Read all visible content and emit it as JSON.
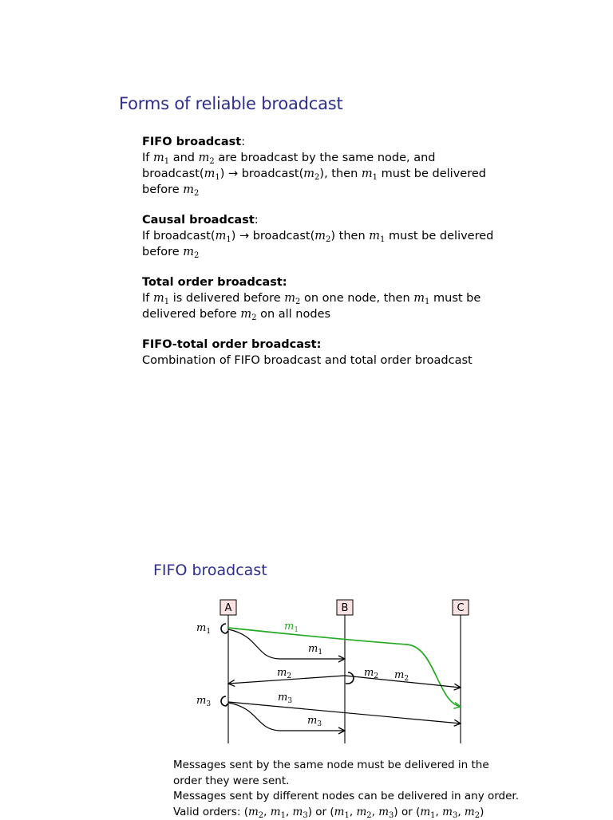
{
  "slide1": {
    "title": "Forms of reliable broadcast",
    "definitions": [
      {
        "title": "FIFO broadcast",
        "title_suffix": ":",
        "lines": [
          [
            {
              "t": "If "
            },
            {
              "m": "m",
              "s": "1"
            },
            {
              "t": " and "
            },
            {
              "m": "m",
              "s": "2"
            },
            {
              "t": " are broadcast by the same node, and"
            }
          ],
          [
            {
              "t": "broadcast("
            },
            {
              "m": "m",
              "s": "1"
            },
            {
              "t": ") → broadcast("
            },
            {
              "m": "m",
              "s": "2"
            },
            {
              "t": "), then "
            },
            {
              "m": "m",
              "s": "1"
            },
            {
              "t": " must be delivered"
            }
          ],
          [
            {
              "t": "before "
            },
            {
              "m": "m",
              "s": "2"
            }
          ]
        ]
      },
      {
        "title": "Causal broadcast",
        "title_suffix": ":",
        "lines": [
          [
            {
              "t": "If broadcast("
            },
            {
              "m": "m",
              "s": "1"
            },
            {
              "t": ") → broadcast("
            },
            {
              "m": "m",
              "s": "2"
            },
            {
              "t": ") then "
            },
            {
              "m": "m",
              "s": "1"
            },
            {
              "t": " must be delivered"
            }
          ],
          [
            {
              "t": "before "
            },
            {
              "m": "m",
              "s": "2"
            }
          ]
        ]
      },
      {
        "title": "Total order broadcast:",
        "title_suffix": "",
        "lines": [
          [
            {
              "t": "If "
            },
            {
              "m": "m",
              "s": "1"
            },
            {
              "t": " is delivered before "
            },
            {
              "m": "m",
              "s": "2"
            },
            {
              "t": " on one node, then "
            },
            {
              "m": "m",
              "s": "1"
            },
            {
              "t": " must be"
            }
          ],
          [
            {
              "t": "delivered before "
            },
            {
              "m": "m",
              "s": "2"
            },
            {
              "t": " on all nodes"
            }
          ]
        ]
      },
      {
        "title": "FIFO-total order broadcast:",
        "title_suffix": "",
        "lines": [
          [
            {
              "t": "Combination of FIFO broadcast and total order broadcast"
            }
          ]
        ]
      }
    ]
  },
  "slide2": {
    "title": "FIFO broadcast",
    "nodes": [
      "A",
      "B",
      "C"
    ],
    "message_labels": {
      "m1_green": {
        "m": "m",
        "s": "1"
      },
      "m1_to_B": {
        "m": "m",
        "s": "1"
      },
      "m2_to_A": {
        "m": "m",
        "s": "2"
      },
      "m2_self_B": {
        "m": "m",
        "s": "2"
      },
      "m2_to_C": {
        "m": "m",
        "s": "2"
      },
      "m3_to_C": {
        "m": "m",
        "s": "3"
      },
      "m3_to_B": {
        "m": "m",
        "s": "3"
      },
      "send_m1": {
        "m": "m",
        "s": "1"
      },
      "send_m3": {
        "m": "m",
        "s": "3"
      }
    },
    "colors": {
      "title": "#2e2e8f",
      "node_fill": "#fbe3e3",
      "green_message": "#22aa22"
    },
    "caption_lines": [
      [
        {
          "t": "Messages sent by the same node must be delivered in the"
        }
      ],
      [
        {
          "t": "order they were sent."
        }
      ],
      [
        {
          "t": "Messages sent by different nodes can be delivered in any order."
        }
      ],
      [
        {
          "t": "Valid orders: "
        },
        {
          "t": "("
        },
        {
          "m": "m",
          "s": "2"
        },
        {
          "t": ", "
        },
        {
          "m": "m",
          "s": "1"
        },
        {
          "t": ", "
        },
        {
          "m": "m",
          "s": "3"
        },
        {
          "t": ") or ("
        },
        {
          "m": "m",
          "s": "1"
        },
        {
          "t": ", "
        },
        {
          "m": "m",
          "s": "2"
        },
        {
          "t": ", "
        },
        {
          "m": "m",
          "s": "3"
        },
        {
          "t": ") or ("
        },
        {
          "m": "m",
          "s": "1"
        },
        {
          "t": ", "
        },
        {
          "m": "m",
          "s": "3"
        },
        {
          "t": ", "
        },
        {
          "m": "m",
          "s": "2"
        },
        {
          "t": ")"
        }
      ]
    ]
  }
}
